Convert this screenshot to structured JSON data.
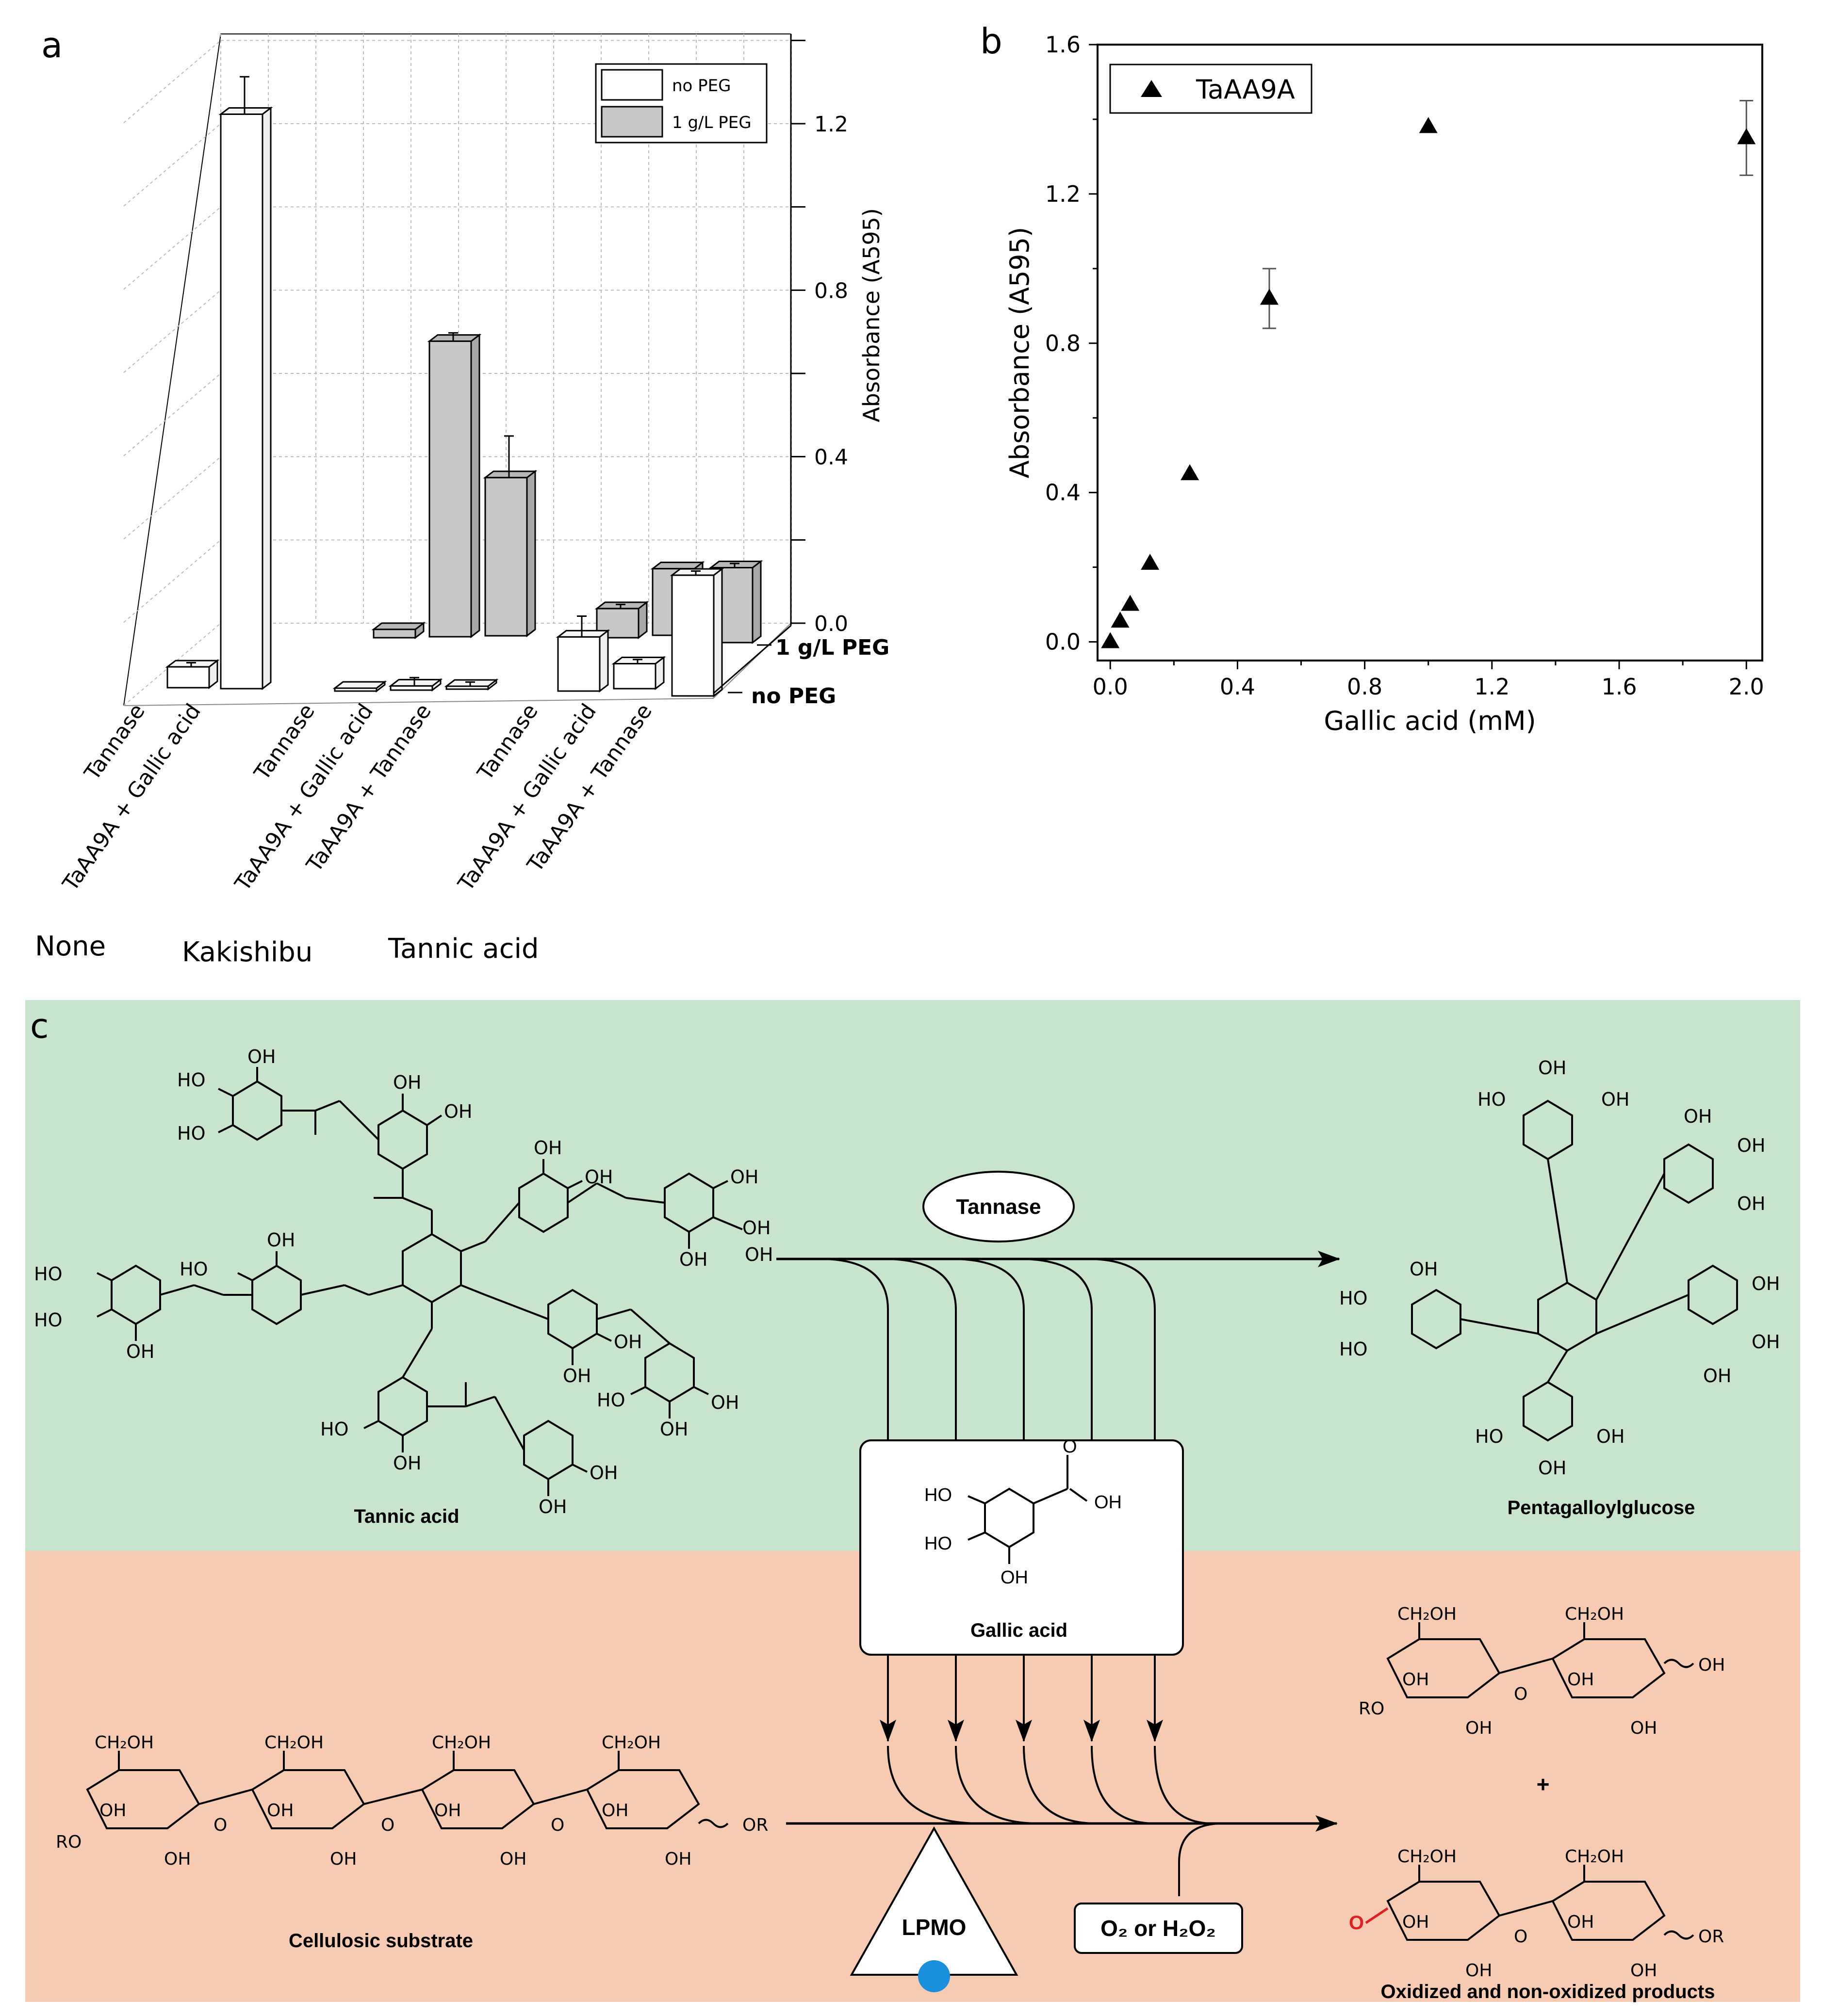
{
  "panel_labels": {
    "a": "a",
    "b": "b",
    "c": "c"
  },
  "colors": {
    "bar_no_peg": "#ffffff",
    "bar_peg": "#c8c8c8",
    "marker": "#000000",
    "panel_c_top_bg": "#c8e4cc",
    "panel_c_bottom_bg": "#f7cbb1",
    "oxidized_carbonyl": "#e02020",
    "lpmo_dot": "#1a8fdc"
  },
  "chart_data": [
    {
      "panel": "a",
      "type": "bar",
      "projection": "3d",
      "categories": [
        "Tannase",
        "TaAA9A + Gallic acid",
        "Tannase",
        "TaAA9A + Gallic acid",
        "TaAA9A + Tannase",
        "Tannase",
        "TaAA9A + Gallic acid",
        "TaAA9A + Tannase"
      ],
      "groups": [
        "None",
        "Kakishibu",
        "Tannic acid"
      ],
      "depth_labels": [
        "1 g/L PEG",
        "no PEG"
      ],
      "series": [
        {
          "name": "no PEG",
          "values": [
            0.05,
            1.38,
            0.0,
            0.01,
            0.0,
            0.13,
            0.06,
            0.29
          ],
          "errors": [
            0.01,
            0.09,
            0.0,
            0.02,
            0.01,
            0.05,
            0.01,
            0.01
          ]
        },
        {
          "name": "1 g/L PEG",
          "values": [
            null,
            null,
            0.02,
            0.71,
            0.38,
            0.07,
            0.16,
            0.18
          ],
          "errors": [
            null,
            null,
            0.0,
            0.02,
            0.1,
            0.01,
            0.0,
            0.01
          ]
        }
      ],
      "zlabel": "Absorbance (A595)",
      "zticks": [
        "0.0",
        "0.4",
        "0.8",
        "1.2"
      ],
      "zlim": [
        0,
        1.4
      ],
      "legend": [
        "no PEG",
        "1 g/L PEG"
      ],
      "legend_position": "top-right",
      "grid": true
    },
    {
      "panel": "b",
      "type": "scatter",
      "series": [
        {
          "name": "TaAA9A",
          "x": [
            0.0,
            0.031,
            0.0625,
            0.125,
            0.25,
            0.5,
            1.0,
            2.0
          ],
          "y": [
            0.0,
            0.055,
            0.1,
            0.21,
            0.45,
            0.92,
            1.38,
            1.35
          ],
          "errors": [
            0,
            0,
            0,
            0,
            0,
            0.08,
            0,
            0.1
          ]
        }
      ],
      "xlabel": "Gallic acid (mM)",
      "ylabel": "Absorbance (A595)",
      "xlim": [
        -0.04,
        2.05
      ],
      "ylim": [
        -0.05,
        1.6
      ],
      "xticks": [
        "0.0",
        "0.4",
        "0.8",
        "1.2",
        "1.6",
        "2.0"
      ],
      "yticks": [
        "0.0",
        "0.4",
        "0.8",
        "1.2",
        "1.6"
      ],
      "legend_position": "top-left",
      "grid": false
    }
  ],
  "panel_c": {
    "enzyme_tannase": "Tannase",
    "enzyme_lpmo": "LPMO",
    "cosubstrate": "O₂ or H₂O₂",
    "labels": {
      "tannic_acid": "Tannic acid",
      "pentagalloylglucose": "Pentagalloylglucose",
      "gallic_acid": "Gallic acid",
      "cellulosic_substrate": "Cellulosic substrate",
      "products": "Oxidized and non-oxidized products",
      "plus": "+"
    },
    "atoms": {
      "oh": "OH",
      "ho": "HO",
      "o": "O",
      "ch2oh": "CH₂OH",
      "ro": "RO",
      "or": "OR"
    }
  }
}
